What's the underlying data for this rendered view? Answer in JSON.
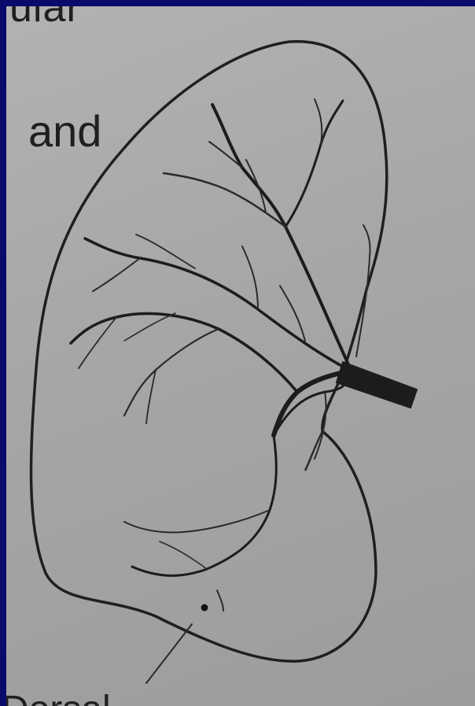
{
  "labels": {
    "top_fragment": "ular",
    "and": "and",
    "bottom_fragment": "Dorsal"
  },
  "colors": {
    "border": "#0a0a6e",
    "paper": "#a8a8a8",
    "ink": "#1f1f1f"
  }
}
